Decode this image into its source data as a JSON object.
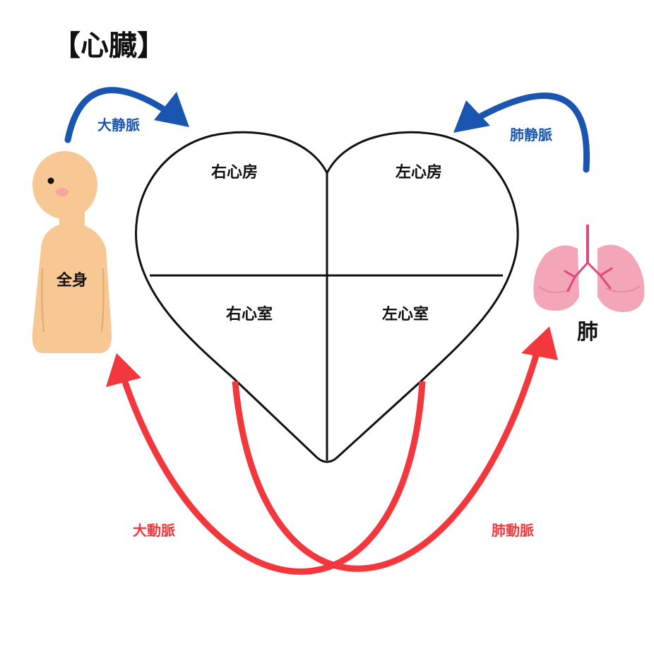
{
  "title": "【心臓】",
  "chambers": {
    "right_atrium": "右心房",
    "left_atrium": "左心房",
    "right_ventricle": "右心室",
    "left_ventricle": "左心室"
  },
  "body_label": "全身",
  "lung_label": "肺",
  "vessels": {
    "vena_cava": "大静脈",
    "pulmonary_vein": "肺静脈",
    "aorta": "大動脈",
    "pulmonary_artery": "肺動脈"
  },
  "colors": {
    "vein_blue": "#1a56b0",
    "artery_red": "#f2383c",
    "skin": "#f7c794",
    "lung_pink": "#f3a6b8",
    "heart_outline": "#111111"
  },
  "icons": {
    "body": "person-icon",
    "lungs": "lungs-icon"
  }
}
